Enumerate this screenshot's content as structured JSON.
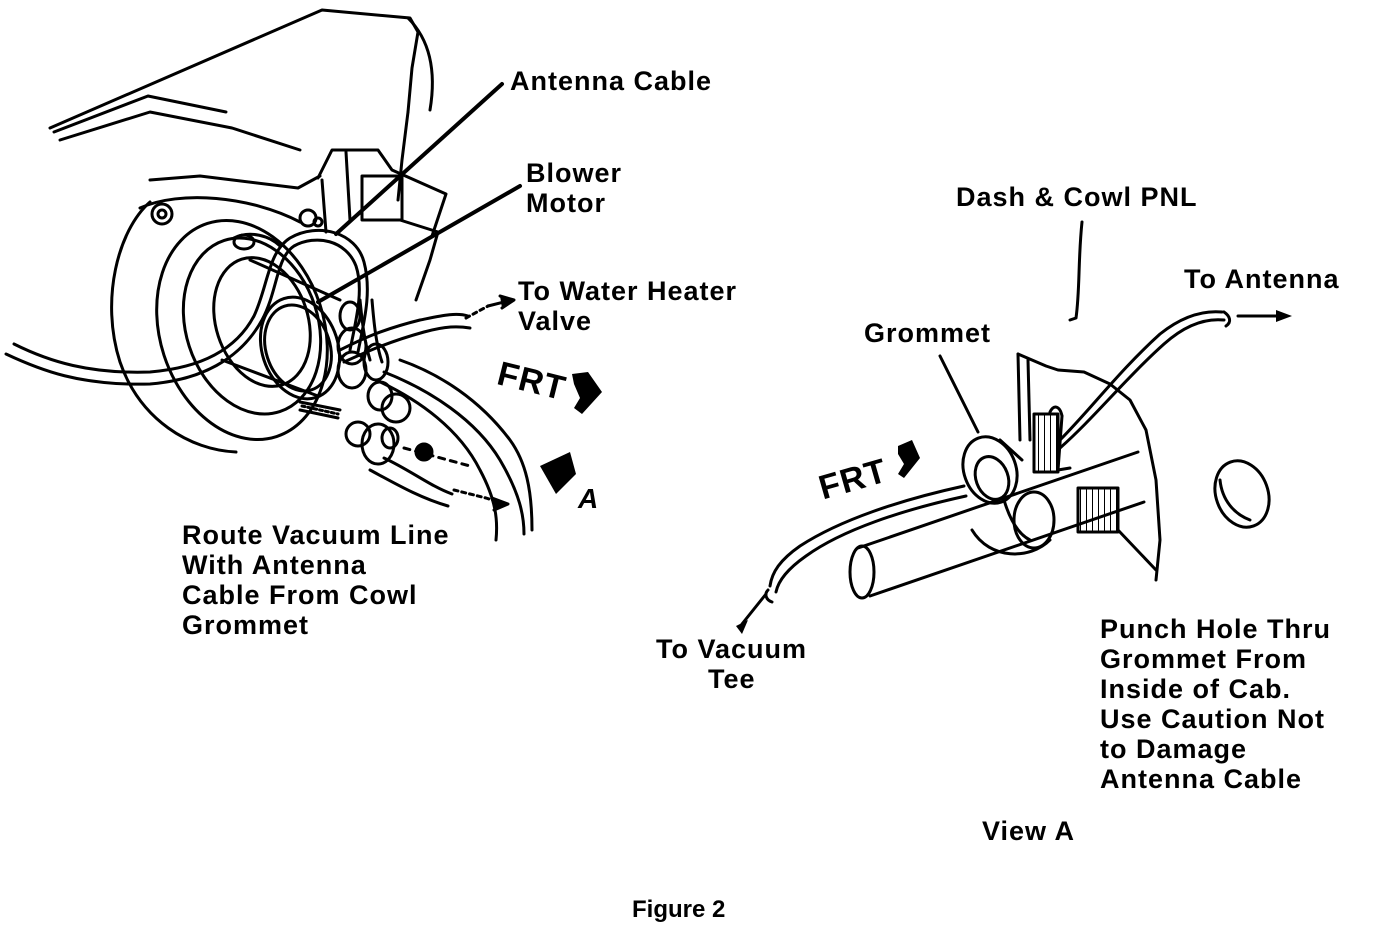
{
  "labels": {
    "antenna_cable": "Antenna Cable",
    "blower_motor_1": "Blower",
    "blower_motor_2": "Motor",
    "water_heater_1": "To Water Heater",
    "water_heater_2": "Valve",
    "frt_main": "FRT",
    "view_marker": "A",
    "route_1": "Route Vacuum Line",
    "route_2": "With Antenna",
    "route_3": "Cable From Cowl",
    "route_4": "Grommet",
    "dash_cowl": "Dash & Cowl PNL",
    "to_antenna": "To Antenna",
    "grommet": "Grommet",
    "frt_view": "FRT",
    "vacuum_tee_1": "To Vacuum",
    "vacuum_tee_2": "Tee",
    "punch_1": "Punch Hole Thru",
    "punch_2": "Grommet From",
    "punch_3": "Inside of Cab.",
    "punch_4": "Use Caution Not",
    "punch_5": "to Damage",
    "punch_6": "Antenna Cable",
    "view_a": "View A",
    "figure_caption": "Figure 2"
  }
}
